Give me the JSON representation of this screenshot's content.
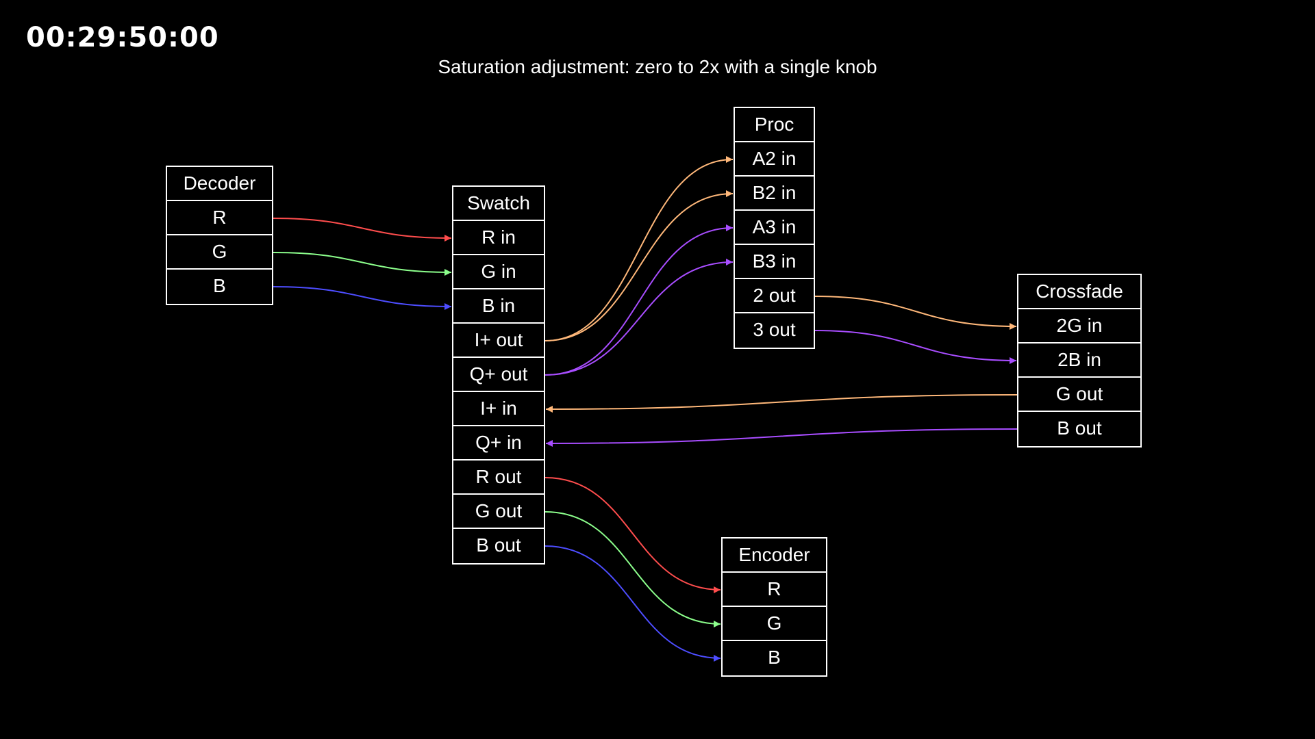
{
  "timecode": "00:29:50:00",
  "title": "Saturation adjustment: zero to 2x with a single knob",
  "colors": {
    "red": "#ff4d4d",
    "green": "#8cff8c",
    "blue": "#4d4dff",
    "orange": "#ffb87a",
    "purple": "#a84dff",
    "background": "#000000",
    "line": "#ffffff"
  },
  "nodes": {
    "decoder": {
      "title": "Decoder",
      "ports": [
        "R",
        "G",
        "B"
      ]
    },
    "swatch": {
      "title": "Swatch",
      "ports": [
        "R in",
        "G in",
        "B in",
        "I+ out",
        "Q+ out",
        "I+ in",
        "Q+ in",
        "R out",
        "G out",
        "B out"
      ]
    },
    "proc": {
      "title": "Proc",
      "ports": [
        "A2 in",
        "B2 in",
        "A3 in",
        "B3 in",
        "2 out",
        "3 out"
      ]
    },
    "crossfade": {
      "title": "Crossfade",
      "ports": [
        "2G in",
        "2B in",
        "G out",
        "B out"
      ]
    },
    "encoder": {
      "title": "Encoder",
      "ports": [
        "R",
        "G",
        "B"
      ]
    }
  },
  "connections": [
    {
      "from": "decoder.0",
      "to": "swatch.0",
      "color": "red"
    },
    {
      "from": "decoder.1",
      "to": "swatch.1",
      "color": "green"
    },
    {
      "from": "decoder.2",
      "to": "swatch.2",
      "color": "blue"
    },
    {
      "from": "swatch.3",
      "to": "proc.0",
      "color": "orange"
    },
    {
      "from": "swatch.3",
      "to": "proc.1",
      "color": "orange"
    },
    {
      "from": "swatch.4",
      "to": "proc.2",
      "color": "purple"
    },
    {
      "from": "swatch.4",
      "to": "proc.3",
      "color": "purple"
    },
    {
      "from": "proc.4",
      "to": "crossfade.0",
      "color": "orange"
    },
    {
      "from": "proc.5",
      "to": "crossfade.1",
      "color": "purple"
    },
    {
      "from": "crossfade.2",
      "to": "swatch.5",
      "color": "orange"
    },
    {
      "from": "crossfade.3",
      "to": "swatch.6",
      "color": "purple"
    },
    {
      "from": "swatch.7",
      "to": "encoder.0",
      "color": "red"
    },
    {
      "from": "swatch.8",
      "to": "encoder.1",
      "color": "green"
    },
    {
      "from": "swatch.9",
      "to": "encoder.2",
      "color": "blue"
    }
  ]
}
